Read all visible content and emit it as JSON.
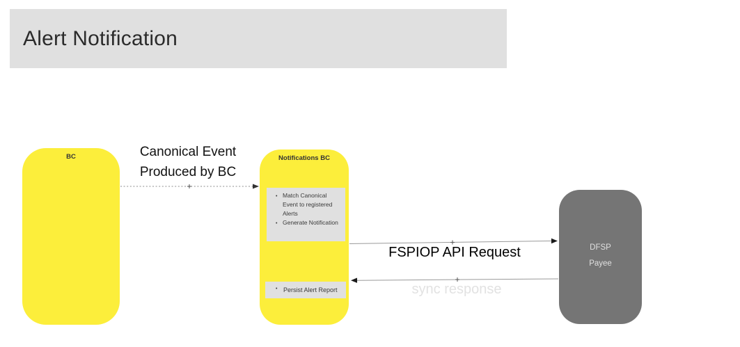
{
  "header": {
    "title": "Alert Notification"
  },
  "colors": {
    "node_yellow": "#fcee3b",
    "node_gray": "#757575",
    "panel_gray": "#e0e0e0",
    "sync_label_gray": "#e2e2e2",
    "arrow_line_gray": "#999999"
  },
  "nodes": {
    "bc": {
      "label": "BC"
    },
    "notifications_bc": {
      "label": "Notifications BC",
      "steps": [
        "Match Canonical Event to registered Alerts",
        "Generate Notification"
      ],
      "persist_step": "Persist Alert Report"
    },
    "dfsp": {
      "line1": "DFSP",
      "line2": "Payee"
    }
  },
  "edges": {
    "canonical_event": {
      "label_line1": "Canonical Event",
      "label_line2": "Produced by BC",
      "style": "dashed",
      "direction": "BC → Notifications BC"
    },
    "fspiop_request": {
      "label": "FSPIOP API Request",
      "style": "solid",
      "direction": "Notifications BC → DFSP Payee"
    },
    "sync_response": {
      "label": "sync response",
      "style": "solid",
      "direction": "DFSP Payee → Notifications BC"
    }
  }
}
